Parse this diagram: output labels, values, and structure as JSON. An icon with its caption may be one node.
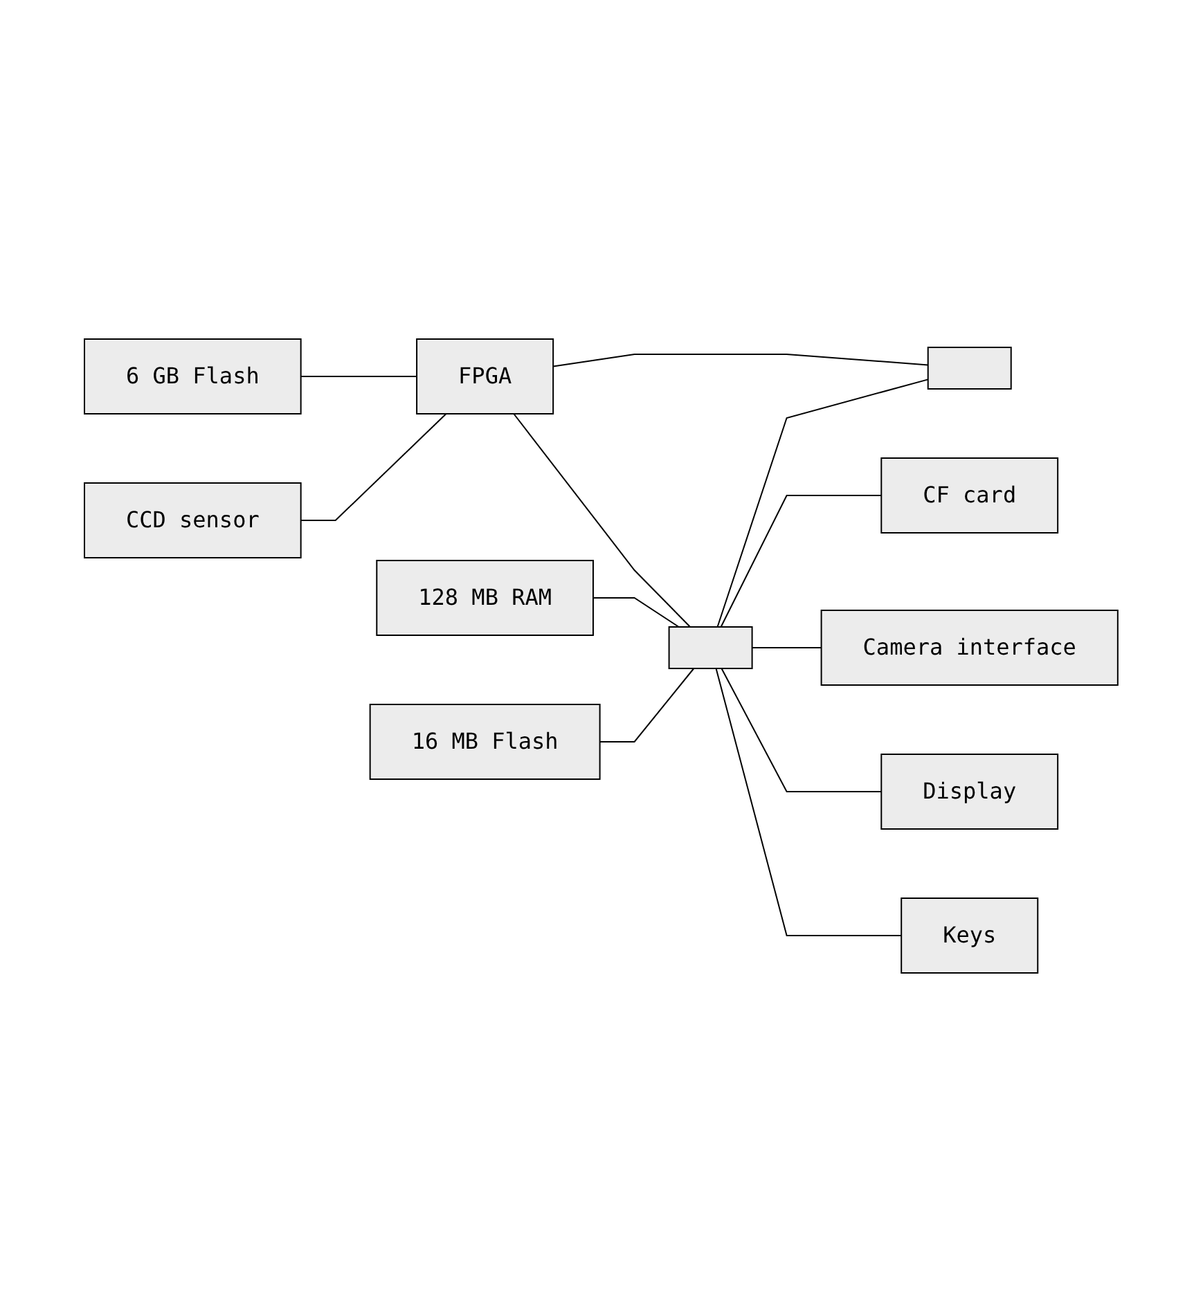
{
  "diagram": {
    "nodes": [
      {
        "text": [
          "6 GB Flash"
        ]
      },
      {
        "text": [
          "CCD sensor"
        ]
      },
      {
        "text": [
          "FPGA"
        ]
      },
      {
        "text": [],
        "shape": "box"
      },
      {
        "text": [
          "128 MB RAM"
        ]
      },
      {
        "text": [
          "CF card"
        ]
      },
      {
        "text": [],
        "shape": "box"
      },
      {
        "text": [
          "Camera interface"
        ]
      },
      {
        "text": [
          "16 MB Flash"
        ]
      },
      {
        "text": [
          "Display"
        ]
      },
      {
        "text": [
          "Keys"
        ]
      }
    ],
    "edges": [
      {
        "from": 0,
        "to": 2,
        "arrow": "none"
      },
      {
        "from": 1,
        "to": 2,
        "arrow": "none"
      },
      {
        "from": 2,
        "to": 3,
        "arrow": "none"
      },
      {
        "from": 2,
        "to": 6,
        "arrow": "none"
      },
      {
        "from": 4,
        "to": 6,
        "arrow": "none"
      },
      {
        "from": 8,
        "to": 6,
        "arrow": "none"
      },
      {
        "from": 6,
        "to": 3,
        "arrow": "none"
      },
      {
        "from": 6,
        "to": 5,
        "arrow": "none"
      },
      {
        "from": 6,
        "to": 7,
        "arrow": "none"
      },
      {
        "from": 6,
        "to": 9,
        "arrow": "none"
      },
      {
        "from": 6,
        "to": 10,
        "arrow": "none"
      }
    ]
  }
}
